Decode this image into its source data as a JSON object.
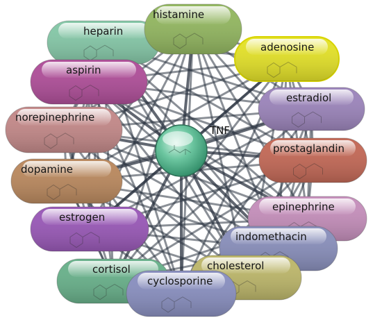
{
  "network": {
    "center": {
      "label": "TNF",
      "color": "#4fb48c"
    },
    "nodes": [
      {
        "id": "heparin",
        "label": "heparin",
        "color": "#86c8a8"
      },
      {
        "id": "histamine",
        "label": "histamine",
        "color": "#94b862"
      },
      {
        "id": "adenosine",
        "label": "adenosine",
        "color": "#e4e22a"
      },
      {
        "id": "aspirin",
        "label": "aspirin",
        "color": "#b0509a"
      },
      {
        "id": "estradiol",
        "label": "estradiol",
        "color": "#9d86bc"
      },
      {
        "id": "norepinephrine",
        "label": "norepinephrine",
        "color": "#c48a8a"
      },
      {
        "id": "prostaglandin",
        "label": "prostaglandin",
        "color": "#c46a58"
      },
      {
        "id": "dopamine",
        "label": "dopamine",
        "color": "#bb8a60"
      },
      {
        "id": "epinephrine",
        "label": "epinephrine",
        "color": "#c690bc"
      },
      {
        "id": "estrogen",
        "label": "estrogen",
        "color": "#9a5ab8"
      },
      {
        "id": "indomethacin",
        "label": "indomethacin",
        "color": "#8a90bc"
      },
      {
        "id": "cortisol",
        "label": "cortisol",
        "color": "#6ab28c"
      },
      {
        "id": "cholesterol",
        "label": "cholesterol",
        "color": "#beb86c"
      },
      {
        "id": "cyclosporine",
        "label": "cyclosporine",
        "color": "#8a90c0"
      }
    ]
  }
}
